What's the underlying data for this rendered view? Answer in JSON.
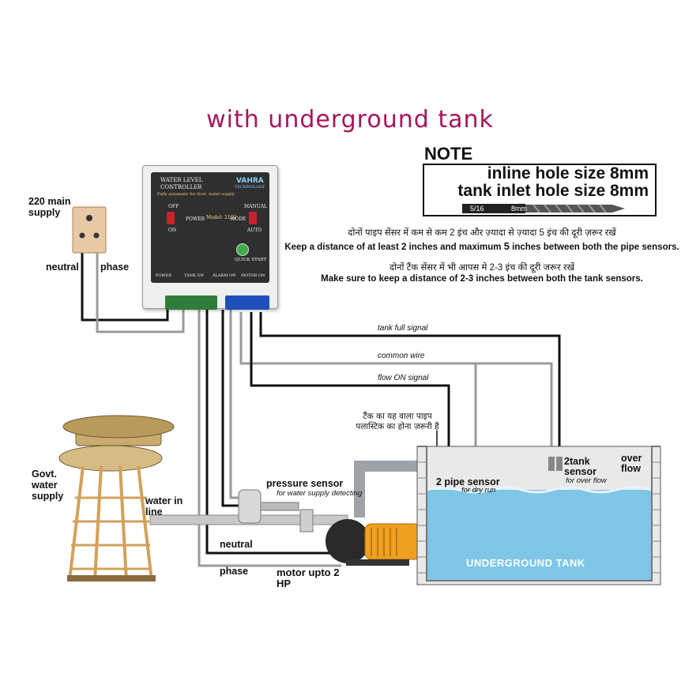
{
  "title": "with underground tank",
  "note": {
    "heading": "NOTE",
    "line1": "inline hole size 8mm",
    "line2": "tank inlet hole size 8mm",
    "drill_size_inch": "5/16",
    "drill_size_mm": "8mm"
  },
  "instructions": [
    {
      "hindi": "दोनों पाइप सेंसर में कम से कम 2 इंच और ज़्यादा से ज़्यादा 5 इंच की दूरी ज़रूर रखें",
      "english_pre": "Keep a distance of at least 2 inches and maximum ",
      "english_bold": "5",
      "english_post": " inches between both the pipe sensors."
    },
    {
      "hindi": "दोनों टैंक सेंसर में भी आपस मे 2-3 इंच की दूरी जरूर रखें",
      "english": "Make sure to keep a distance of 2-3 inches between both the tank sensors."
    }
  ],
  "controller": {
    "brand": "VAHRA",
    "brand_sub": "TECHNOLOGY",
    "title_line1": "WATER LEVEL",
    "title_line2": "CONTROLLER",
    "subtitle": "Fully automatic for Govt. water supply",
    "model": "Model: 2102",
    "off": "OFF",
    "power": "POWER",
    "on": "ON",
    "manual": "MANUAL",
    "mode": "MODE",
    "auto": "AUTO",
    "quick_start": "QUICK START",
    "indicators": [
      "POWER",
      "TANK ON",
      "ALARM ON",
      "MOTOR ON"
    ]
  },
  "labels": {
    "main_supply": "220 main supply",
    "neutral_top": "neutral",
    "phase_top": "phase",
    "tank_full_signal": "tank full signal",
    "common_wire": "common wire",
    "flow_on_signal": "flow ON signal",
    "pipe_note_hindi_1": "टैंक का यह वाला पाइप",
    "pipe_note_hindi_2": "पलास्टिक का होना ज़रूरी है",
    "govt_water_supply": "Govt. water supply",
    "water_in_line": "water in line",
    "pressure_sensor": "pressure sensor",
    "pressure_sensor_sub": "for water supply detecting",
    "neutral_bottom": "neutral",
    "phase_bottom": "phase",
    "motor": "motor upto 2 HP",
    "pipe_sensor": "2 pipe sensor",
    "pipe_sensor_sub": "for dry run",
    "tank_sensor": "2tank sensor",
    "tank_sensor_sub": "for over flow",
    "overflow": "over flow",
    "underground_tank": "UNDERGROUND TANK"
  },
  "colors": {
    "title": "#a8155c",
    "wire_black": "#111111",
    "wire_grey": "#9a9a9a",
    "terminal_green": "#2f7d3a",
    "terminal_blue": "#1f4fb8",
    "valve_red": "#c8232c",
    "water": "#7fc6e6",
    "motor_orange": "#f0a020"
  }
}
